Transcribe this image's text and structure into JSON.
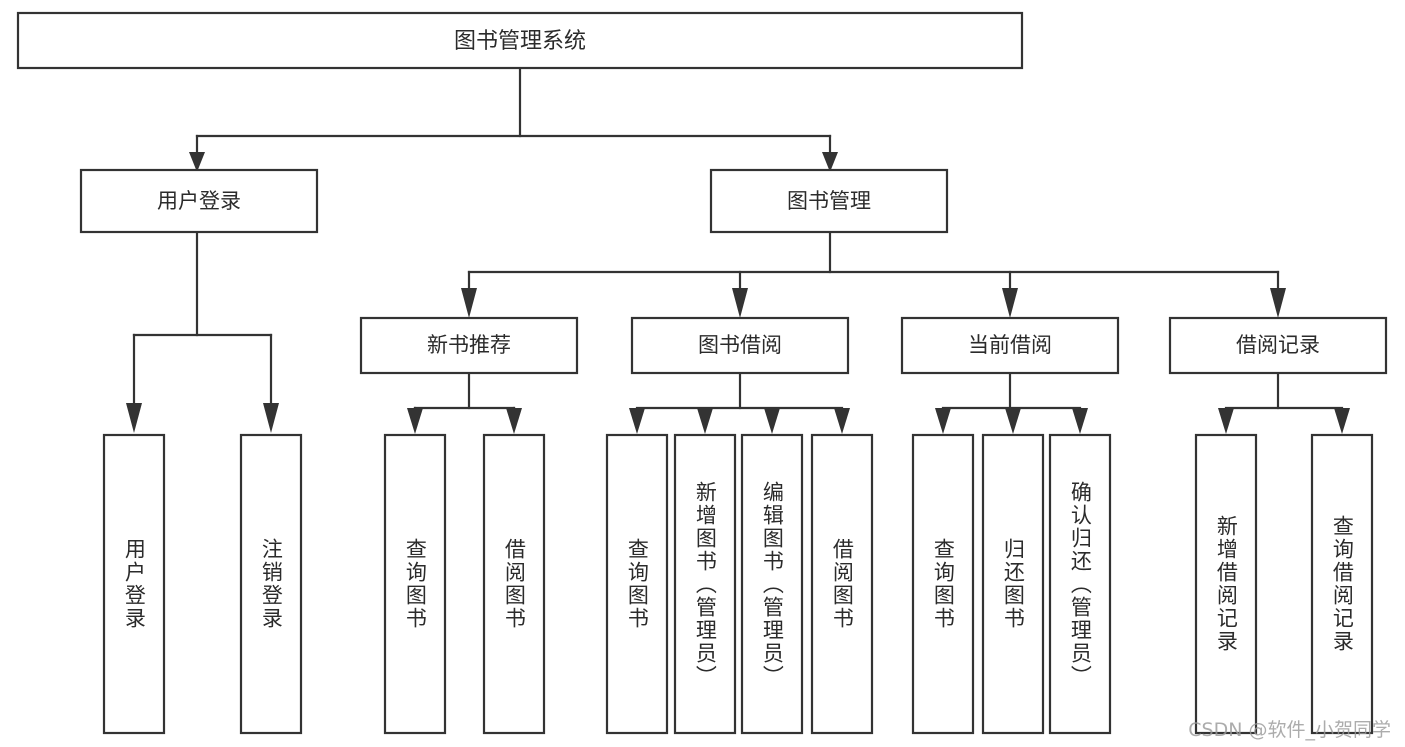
{
  "diagram": {
    "type": "tree-hierarchy-chart",
    "title": "图书管理系统",
    "background_color": "#ffffff",
    "line_color": "#333333",
    "text_color": "#2b2b2b",
    "root": {
      "label": "图书管理系统",
      "orientation": "horizontal"
    },
    "level2": [
      {
        "label": "用户登录",
        "orientation": "horizontal"
      },
      {
        "label": "图书管理",
        "orientation": "horizontal"
      }
    ],
    "level3": [
      {
        "label": "新书推荐",
        "orientation": "horizontal"
      },
      {
        "label": "图书借阅",
        "orientation": "horizontal"
      },
      {
        "label": "当前借阅",
        "orientation": "horizontal"
      },
      {
        "label": "借阅记录",
        "orientation": "horizontal"
      }
    ],
    "leaves": {
      "user_login": [
        {
          "label": "用户登录",
          "orientation": "vertical"
        },
        {
          "label": "注销登录",
          "orientation": "vertical"
        }
      ],
      "new_book_recommend": [
        {
          "label": "查询图书",
          "orientation": "vertical"
        },
        {
          "label": "借阅图书",
          "orientation": "vertical"
        }
      ],
      "book_borrow": [
        {
          "label": "查询图书",
          "orientation": "vertical"
        },
        {
          "label": "新增图书（管理员）",
          "orientation": "vertical"
        },
        {
          "label": "编辑图书（管理员）",
          "orientation": "vertical"
        },
        {
          "label": "借阅图书",
          "orientation": "vertical"
        }
      ],
      "current_borrow": [
        {
          "label": "查询图书",
          "orientation": "vertical"
        },
        {
          "label": "归还图书",
          "orientation": "vertical"
        },
        {
          "label": "确认归还（管理员）",
          "orientation": "vertical"
        }
      ],
      "borrow_record": [
        {
          "label": "新增借阅记录",
          "orientation": "vertical"
        },
        {
          "label": "查询借阅记录",
          "orientation": "vertical"
        }
      ]
    },
    "watermark": "CSDN @软件_小贺同学"
  }
}
